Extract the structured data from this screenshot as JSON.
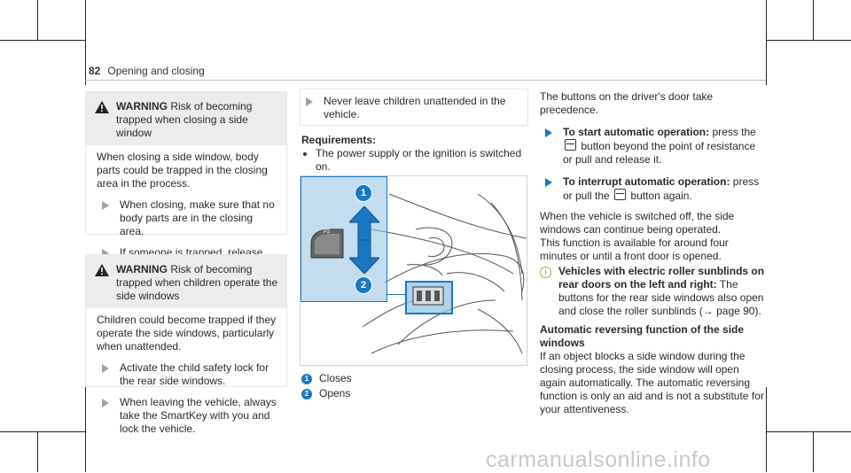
{
  "header": {
    "page_number": "82",
    "section": "Opening and closing"
  },
  "warning1": {
    "label": "WARNING",
    "title": "Risk of becoming trapped when closing a side window",
    "body": "When closing a side window, body parts could be trapped in the closing area in the process.",
    "steps": [
      "When closing, make sure that no body parts are in the closing area.",
      "If someone is trapped, release the button immediately or press the button in order to reopen the side window."
    ]
  },
  "warning2": {
    "label": "WARNING",
    "title": "Risk of becoming trapped when children operate the side windows",
    "body": "Children could become trapped if they operate the side windows, particularly when unattended.",
    "steps": [
      "Activate the child safety lock for the rear side windows.",
      "When leaving the vehicle, always take the SmartKey with you and lock the vehicle."
    ]
  },
  "middle": {
    "note_step": "Never leave children unattended in the vehicle.",
    "req_heading": "Requirements:",
    "req_item": "The power supply or the ignition is switched on.",
    "figure": {
      "callout_1": "1",
      "callout_2": "2",
      "button_label": "P2"
    },
    "legend": [
      {
        "num": "1",
        "text": "Closes"
      },
      {
        "num": "2",
        "text": "Opens"
      }
    ]
  },
  "right": {
    "intro": "The buttons on the driver's door take precedence.",
    "step1_label": "To start automatic operation:",
    "step1_a": "press the",
    "step1_b": "button beyond the point of resistance or pull and release it.",
    "step2_label": "To interrupt automatic operation:",
    "step2_a": "press or pull the",
    "step2_b": "button again.",
    "para1": "When the vehicle is switched off, the side windows can continue being operated.",
    "para2": "This function is available for around four minutes or until a front door is opened.",
    "info_label": "Vehicles with electric roller sunblinds on rear doors on the left and right:",
    "info_text": "The buttons for the rear side windows also open and close the roller sunblinds (→ page 90).",
    "auto_heading": "Automatic reversing function of the side windows",
    "auto_text": "If an object blocks a side window during the closing process, the side window will open again automatically. The automatic reversing function is only an aid and is not a substitute for your attentiveness."
  },
  "watermark": "carmanualsonline.info"
}
